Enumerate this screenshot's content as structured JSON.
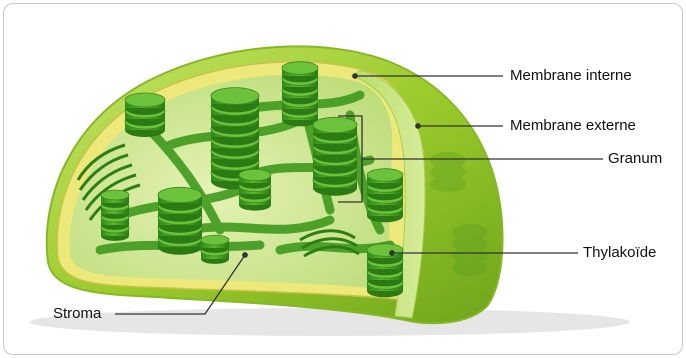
{
  "labels": {
    "membrane_interne": "Membrane interne",
    "membrane_externe": "Membrane externe",
    "granum": "Granum",
    "thylakoide": "Thylakoïde",
    "stroma": "Stroma"
  },
  "colors": {
    "outer_membrane": "#9ccb2c",
    "inner_membrane": "#e9e67a",
    "stroma": "#d3ea9a",
    "granum": "#3c9a1e",
    "granum_highlight": "#6cc23a",
    "cut_face": "#c2e07a",
    "leader_line": "#333333"
  }
}
